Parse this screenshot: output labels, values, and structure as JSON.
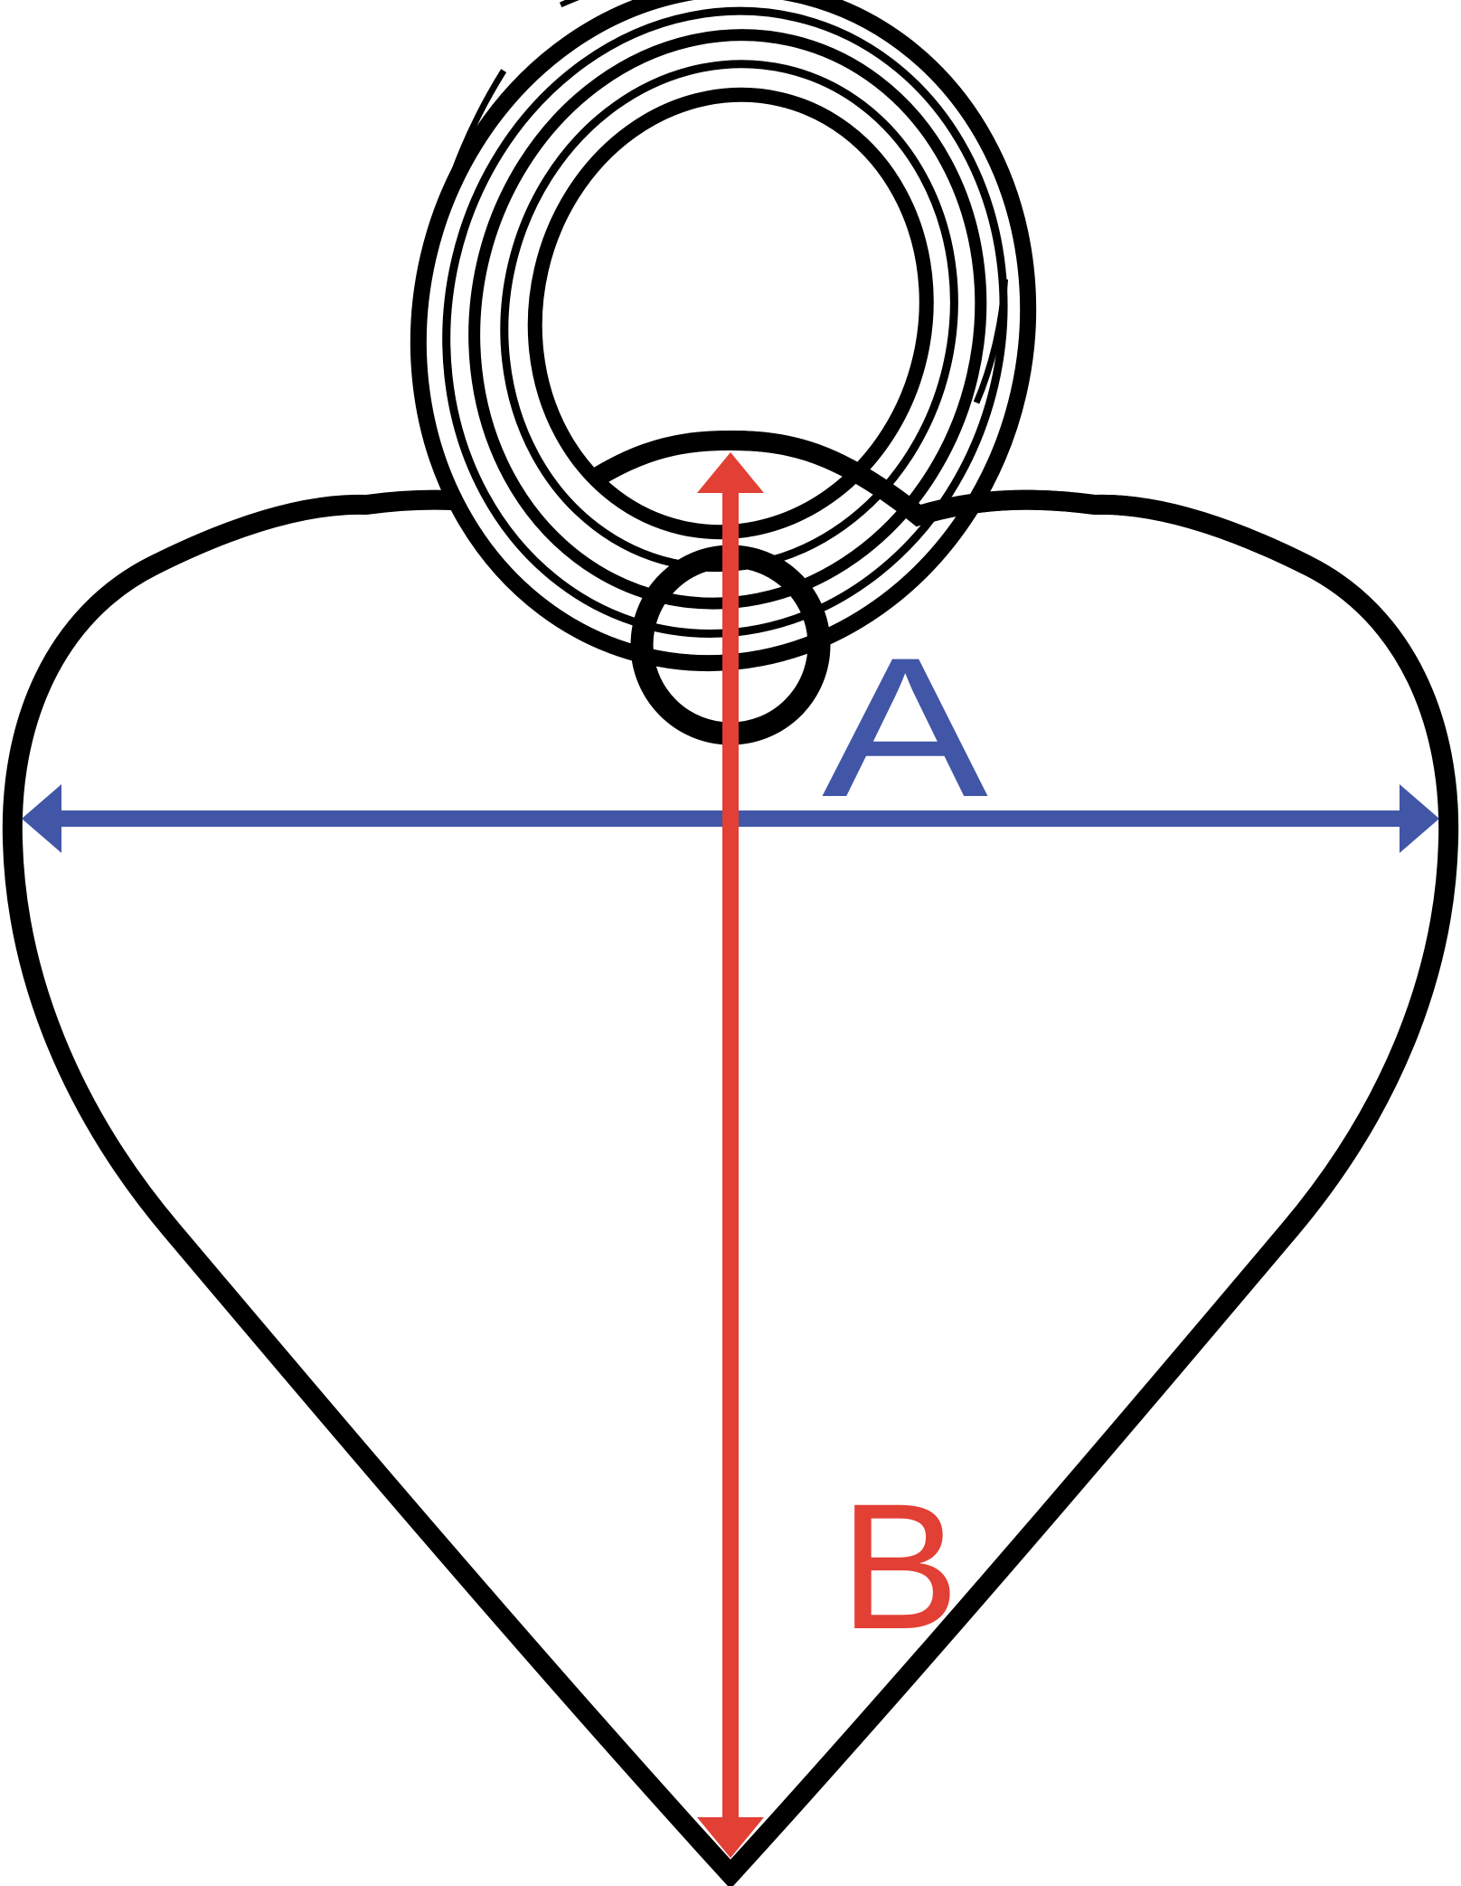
{
  "canvas": {
    "background": "#FFFFFF",
    "line_color": "#000000"
  },
  "tag": {
    "shape": "heart",
    "attachment": "split-keyring",
    "hole": "round-eyelet"
  },
  "dimensions": {
    "a": {
      "label": "A",
      "color": "#4156A6",
      "axis": "width",
      "orientation": "horizontal"
    },
    "b": {
      "label": "B",
      "color": "#E23F35",
      "axis": "height",
      "orientation": "vertical"
    }
  }
}
